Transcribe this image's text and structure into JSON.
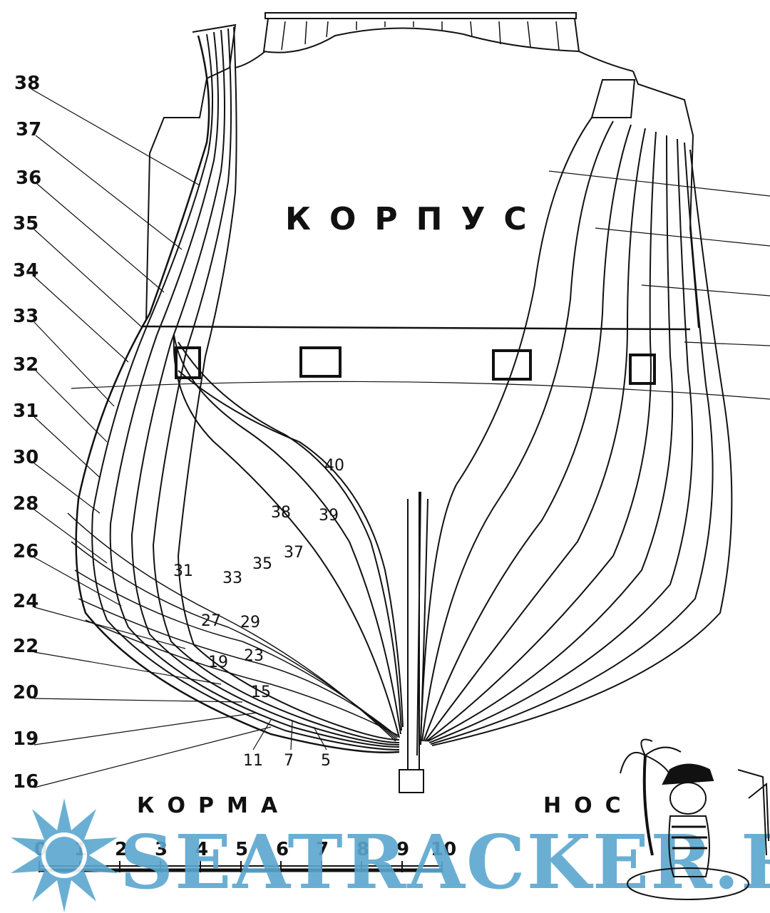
{
  "title": "КОРПУС",
  "stern_label": "КОРМА",
  "bow_label": "НОС",
  "watermark": "SEATRACKER.RU",
  "colors": {
    "ink": "#111111",
    "watermark": "#5aa7cf"
  },
  "left_frame_numbers": [
    "38",
    "37",
    "36",
    "35",
    "34",
    "33",
    "32",
    "31",
    "30",
    "28",
    "26",
    "24",
    "22",
    "20",
    "19",
    "16"
  ],
  "inner_frame_numbers": [
    "40",
    "39",
    "38",
    "37",
    "35",
    "33",
    "31",
    "29",
    "27",
    "23",
    "19",
    "15",
    "11",
    "7",
    "5"
  ],
  "scale_ticks": [
    "0",
    "1",
    "2",
    "3",
    "4",
    "5",
    "6",
    "7",
    "8",
    "9",
    "10"
  ]
}
